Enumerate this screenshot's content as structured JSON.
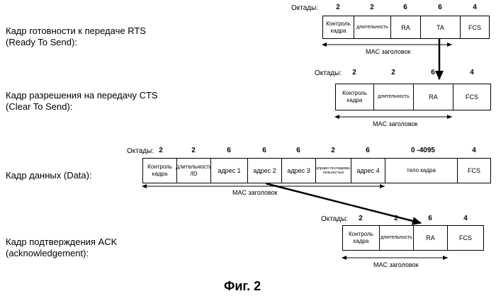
{
  "frames": {
    "rts": {
      "label_line1": "Кадр готовности к передаче RTS",
      "label_line2": "(Ready To Send):",
      "octets_label": "Октады:",
      "octets": [
        "2",
        "2",
        "6",
        "6",
        "4"
      ],
      "fields": [
        "Контроль кадра",
        "длительность",
        "RA",
        "TA",
        "FCS"
      ],
      "mac_header": "MAC заголовок"
    },
    "cts": {
      "label_line1": "Кадр разрешения на передачу CTS",
      "label_line2": "(Clear To Send):",
      "octets_label": "Октады:",
      "octets": [
        "2",
        "2",
        "6",
        "4"
      ],
      "fields": [
        "Контроль кадра",
        "длительность",
        "RA",
        "FCS"
      ],
      "mac_header": "MAC заголовок"
    },
    "data": {
      "label_line1": "Кадр данных (Data):",
      "octets_label": "Октады:",
      "octets": [
        "2",
        "2",
        "6",
        "6",
        "6",
        "2",
        "6",
        "0 -4095",
        "4"
      ],
      "fields": [
        "Контроль кадра",
        "длительность /ID",
        "адрес 1",
        "адрес 2",
        "адрес 3",
        "управл последова- тельностью",
        "адрес 4",
        "тело кадра",
        "FCS"
      ],
      "mac_header": "MAC заголовок"
    },
    "ack": {
      "label_line1": "Кадр подтверждения ACK",
      "label_line2": "(acknowledgement):",
      "octets_label": "Октады:",
      "octets": [
        "2",
        "2",
        "6",
        "4"
      ],
      "fields": [
        "Контроль кадра",
        "длительность",
        "RA",
        "FCS"
      ],
      "mac_header": "MAC заголовок"
    }
  },
  "figure_caption": "Фиг. 2"
}
